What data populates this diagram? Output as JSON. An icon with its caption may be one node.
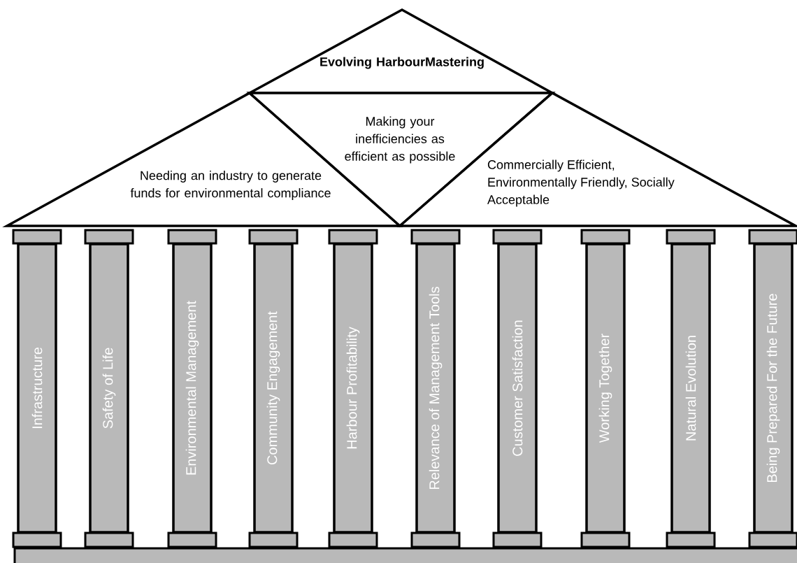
{
  "diagram": {
    "nodes": [
      {
        "text": [
          "**Evolving HarbourMastering**"
        ]
      },
      {
        "text": [
          "Needing an industry to generate funds for environmental compliance"
        ]
      },
      {
        "text": [
          "Making your inefficiencies as efficient as possible"
        ]
      },
      {
        "text": [
          "Commercially Efficient, Environmentally Friendly, Socially Acceptable"
        ]
      },
      {
        "text": [
          "Infrastructure"
        ]
      },
      {
        "text": [
          "Safety of Life"
        ]
      },
      {
        "text": [
          "Environmental Management"
        ]
      },
      {
        "text": [
          "Community Engagement"
        ]
      },
      {
        "text": [
          "Harbour Profitability"
        ]
      },
      {
        "text": [
          "Relevance of Management Tools"
        ]
      },
      {
        "text": [
          "Customer Satisfaction"
        ]
      },
      {
        "text": [
          "Working Together"
        ]
      },
      {
        "text": [
          "Natural Evolution"
        ]
      },
      {
        "text": [
          "Being Prepared For the Future"
        ]
      }
    ],
    "edges": []
  }
}
